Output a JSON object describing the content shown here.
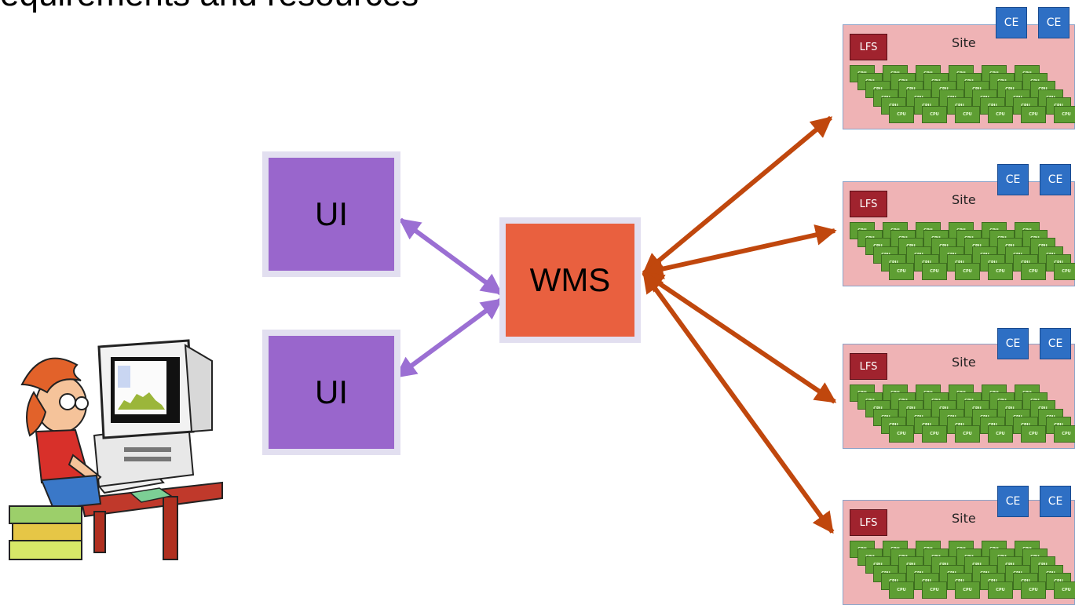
{
  "slide": {
    "title": "equirements and resources"
  },
  "ui_boxes": [
    {
      "label": "UI"
    },
    {
      "label": "UI"
    }
  ],
  "wms": {
    "label": "WMS"
  },
  "sites": [
    {
      "label": "Site",
      "lfs_label": "LFS",
      "ce_labels": [
        "CE",
        "CE"
      ],
      "cpu_label": "CPU"
    },
    {
      "label": "Site",
      "lfs_label": "LFS",
      "ce_labels": [
        "CE",
        "CE"
      ],
      "cpu_label": "CPU"
    },
    {
      "label": "Site",
      "lfs_label": "LFS",
      "ce_labels": [
        "CE",
        "CE"
      ],
      "cpu_label": "CPU"
    },
    {
      "label": "Site",
      "lfs_label": "LFS",
      "ce_labels": [
        "CE",
        "CE"
      ],
      "cpu_label": "CPU"
    }
  ],
  "colors": {
    "ui": "#9966cc",
    "wms": "#e9603f",
    "site": "#efb3b5",
    "lfs": "#a0232e",
    "ce": "#2e6fc4",
    "cpu": "#5e9e33",
    "ui_arrow": "#9b6fd3",
    "site_arrow": "#c0470d"
  }
}
